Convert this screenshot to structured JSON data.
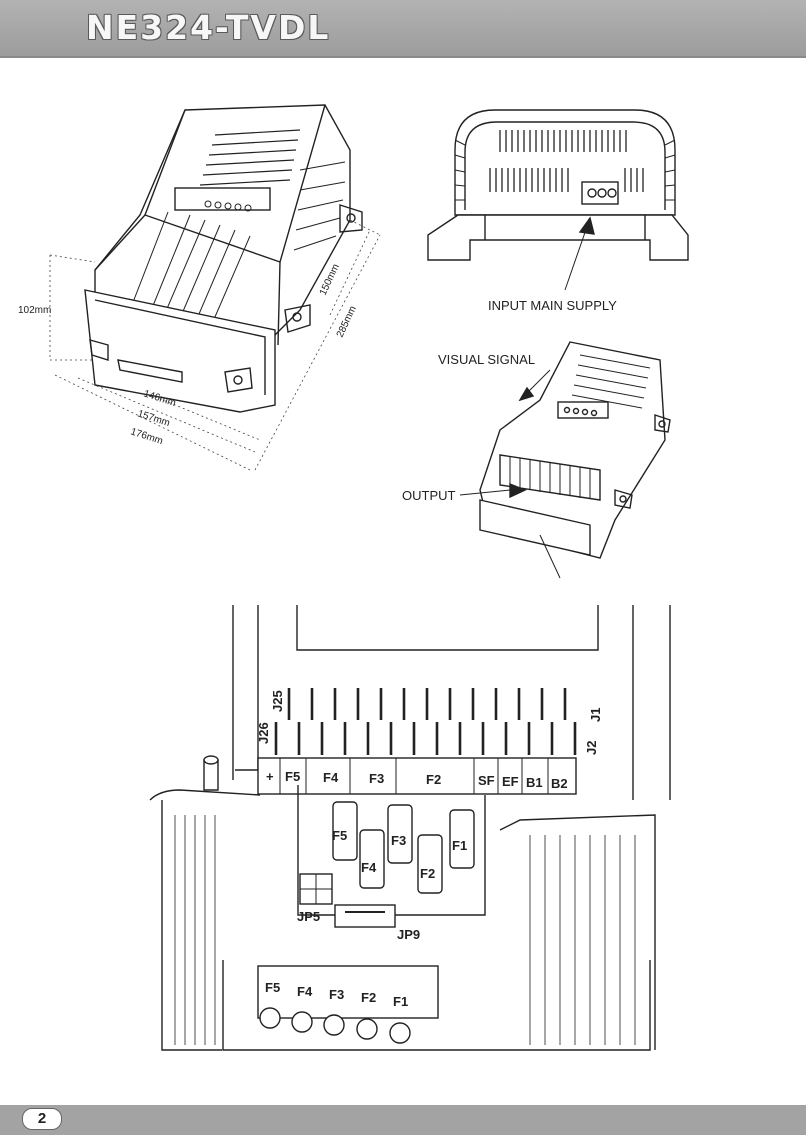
{
  "header": {
    "title": "NE324-TVDL"
  },
  "footer": {
    "page_number": "2"
  },
  "dimensions": {
    "height": "102mm",
    "depth_150": "150mm",
    "length": "285mm",
    "width_146": "146mm",
    "width_157": "157mm",
    "width_176": "176mm"
  },
  "callouts": {
    "input": "INPUT MAIN SUPPLY",
    "visual": "VISUAL SIGNAL",
    "output": "OUTPUT"
  },
  "board": {
    "top_terminals": [
      "+",
      "F5",
      "F4",
      "F3",
      "F2",
      "SF",
      "EF",
      "B1",
      "B2"
    ],
    "connectors": [
      "J25",
      "J26",
      "J1",
      "J2"
    ],
    "fuses": [
      "F5",
      "F4",
      "F3",
      "F2",
      "F1"
    ],
    "jumpers": [
      "JP5",
      "JP9"
    ],
    "bottom_labels": [
      "F5",
      "F4",
      "F3",
      "F2",
      "F1"
    ]
  }
}
